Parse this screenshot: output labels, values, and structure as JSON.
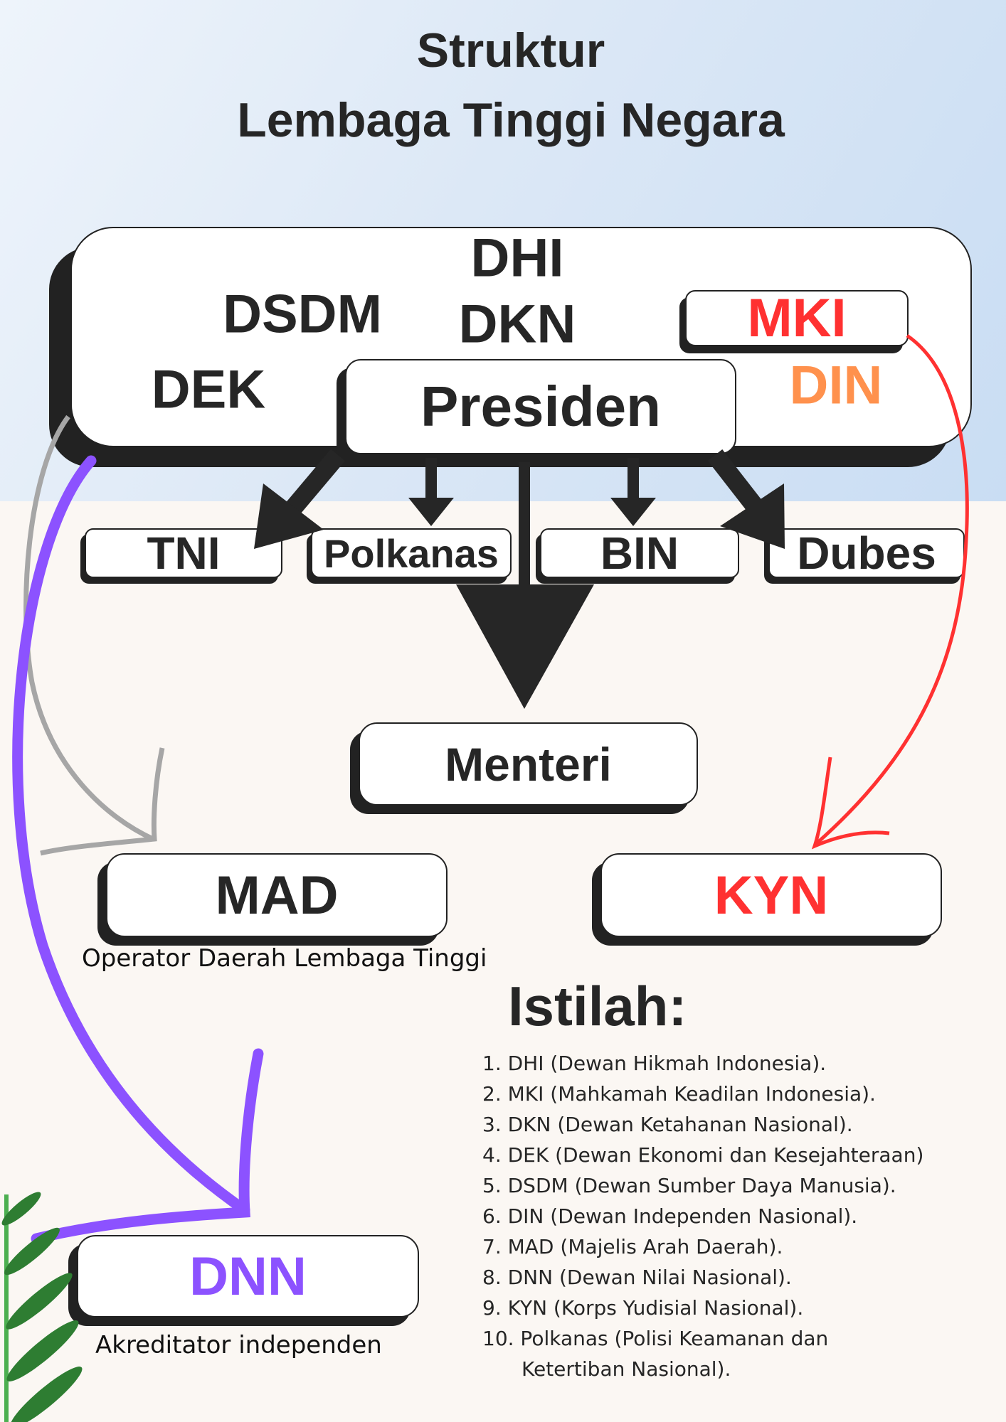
{
  "title": {
    "line1": "Struktur",
    "line2": "Lembaga Tinggi Negara"
  },
  "top_group": {
    "members": {
      "dhi": "DHI",
      "dsdm": "DSDM",
      "dkn": "DKN",
      "dek": "DEK",
      "din": "DIN",
      "mki": "MKI"
    },
    "president": "Presiden"
  },
  "subordinates": [
    "TNI",
    "Polkanas",
    "BIN",
    "Dubes"
  ],
  "menteri": "Menteri",
  "mad": {
    "label": "MAD",
    "caption": "Operator Daerah Lembaga Tinggi"
  },
  "kyn": {
    "label": "KYN"
  },
  "dnn": {
    "label": "DNN",
    "caption": "Akreditator independen"
  },
  "glossary": {
    "heading": "Istilah:",
    "items": [
      "1. DHI (Dewan Hikmah Indonesia).",
      "2. MKI (Mahkamah Keadilan Indonesia).",
      "3. DKN (Dewan Ketahanan Nasional).",
      "4. DEK (Dewan Ekonomi dan Kesejahteraan)",
      "5. DSDM (Dewan Sumber Daya Manusia).",
      "6. DIN (Dewan Independen Nasional).",
      "7. MAD (Majelis Arah Daerah).",
      "8. DNN (Dewan Nilai Nasional).",
      "9. KYN (Korps Yudisial Nasional).",
      "10. Polkanas (Polisi Keamanan dan"
    ],
    "item10_cont": "Ketertiban Nasional)."
  },
  "colors": {
    "red": "#FF3131",
    "orange": "#FF914D",
    "purple": "#8C52FF",
    "gray": "#A6A6A6",
    "dark": "#262626"
  }
}
